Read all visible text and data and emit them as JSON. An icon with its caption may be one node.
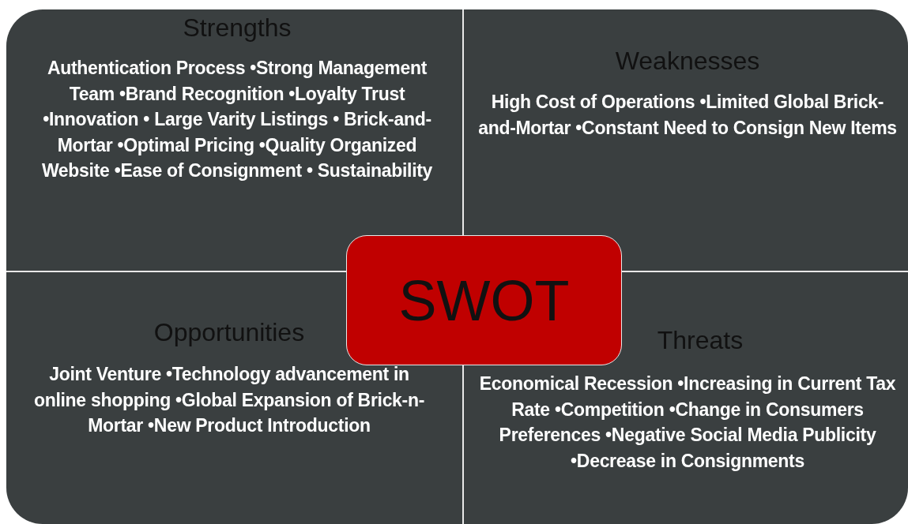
{
  "diagram": {
    "nodes": [
      {
        "text": [
          "Strengths",
          "Authentication Process •Strong Management Team •Brand Recognition •Loyalty Trust •Innovation • Large Varity Listings • Brick-and-Mortar •Optimal Pricing •Quality Organized Website •Ease of Consignment • Sustainability"
        ]
      },
      {
        "text": [
          "Weaknesses",
          "High Cost of Operations •Limited Global Brick-and-Mortar •Constant Need to Consign New Items"
        ]
      },
      {
        "text": [
          "Opportunities",
          "Joint Venture •Technology advancement in online shopping •Global Expansion of Brick-n-Mortar •New Product Introduction"
        ]
      },
      {
        "text": [
          "Threats",
          "Economical Recession •Increasing in Current Tax Rate •Competition •Change in Consumers Preferences •Negative Social Media Publicity •Decrease in Consignments"
        ]
      },
      {
        "text": [
          "SWOT"
        ]
      }
    ]
  }
}
